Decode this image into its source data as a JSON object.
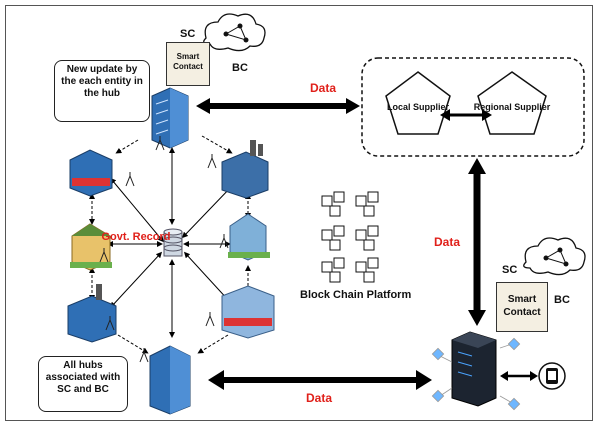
{
  "callouts": {
    "top": "New update by the each entity in the hub",
    "bottom": "All hubs associated with SC and BC"
  },
  "smart_contract": {
    "tag_sc": "SC",
    "tag_bc": "BC",
    "card_small": "Smart Contact",
    "card_large": "Smart Contact"
  },
  "arrows": {
    "top_data": "Data",
    "right_data": "Data",
    "bottom_data": "Data"
  },
  "suppliers": {
    "local": "Local Supplier",
    "regional": "Regional Supplier"
  },
  "center": {
    "govt_record": "Govt. Record"
  },
  "platform": {
    "label": "Block Chain Platform"
  },
  "colors": {
    "data_red": "#e0201a",
    "arrow_black": "#000000",
    "building_blue": "#2f6fb5",
    "server_dark": "#1c2430"
  }
}
